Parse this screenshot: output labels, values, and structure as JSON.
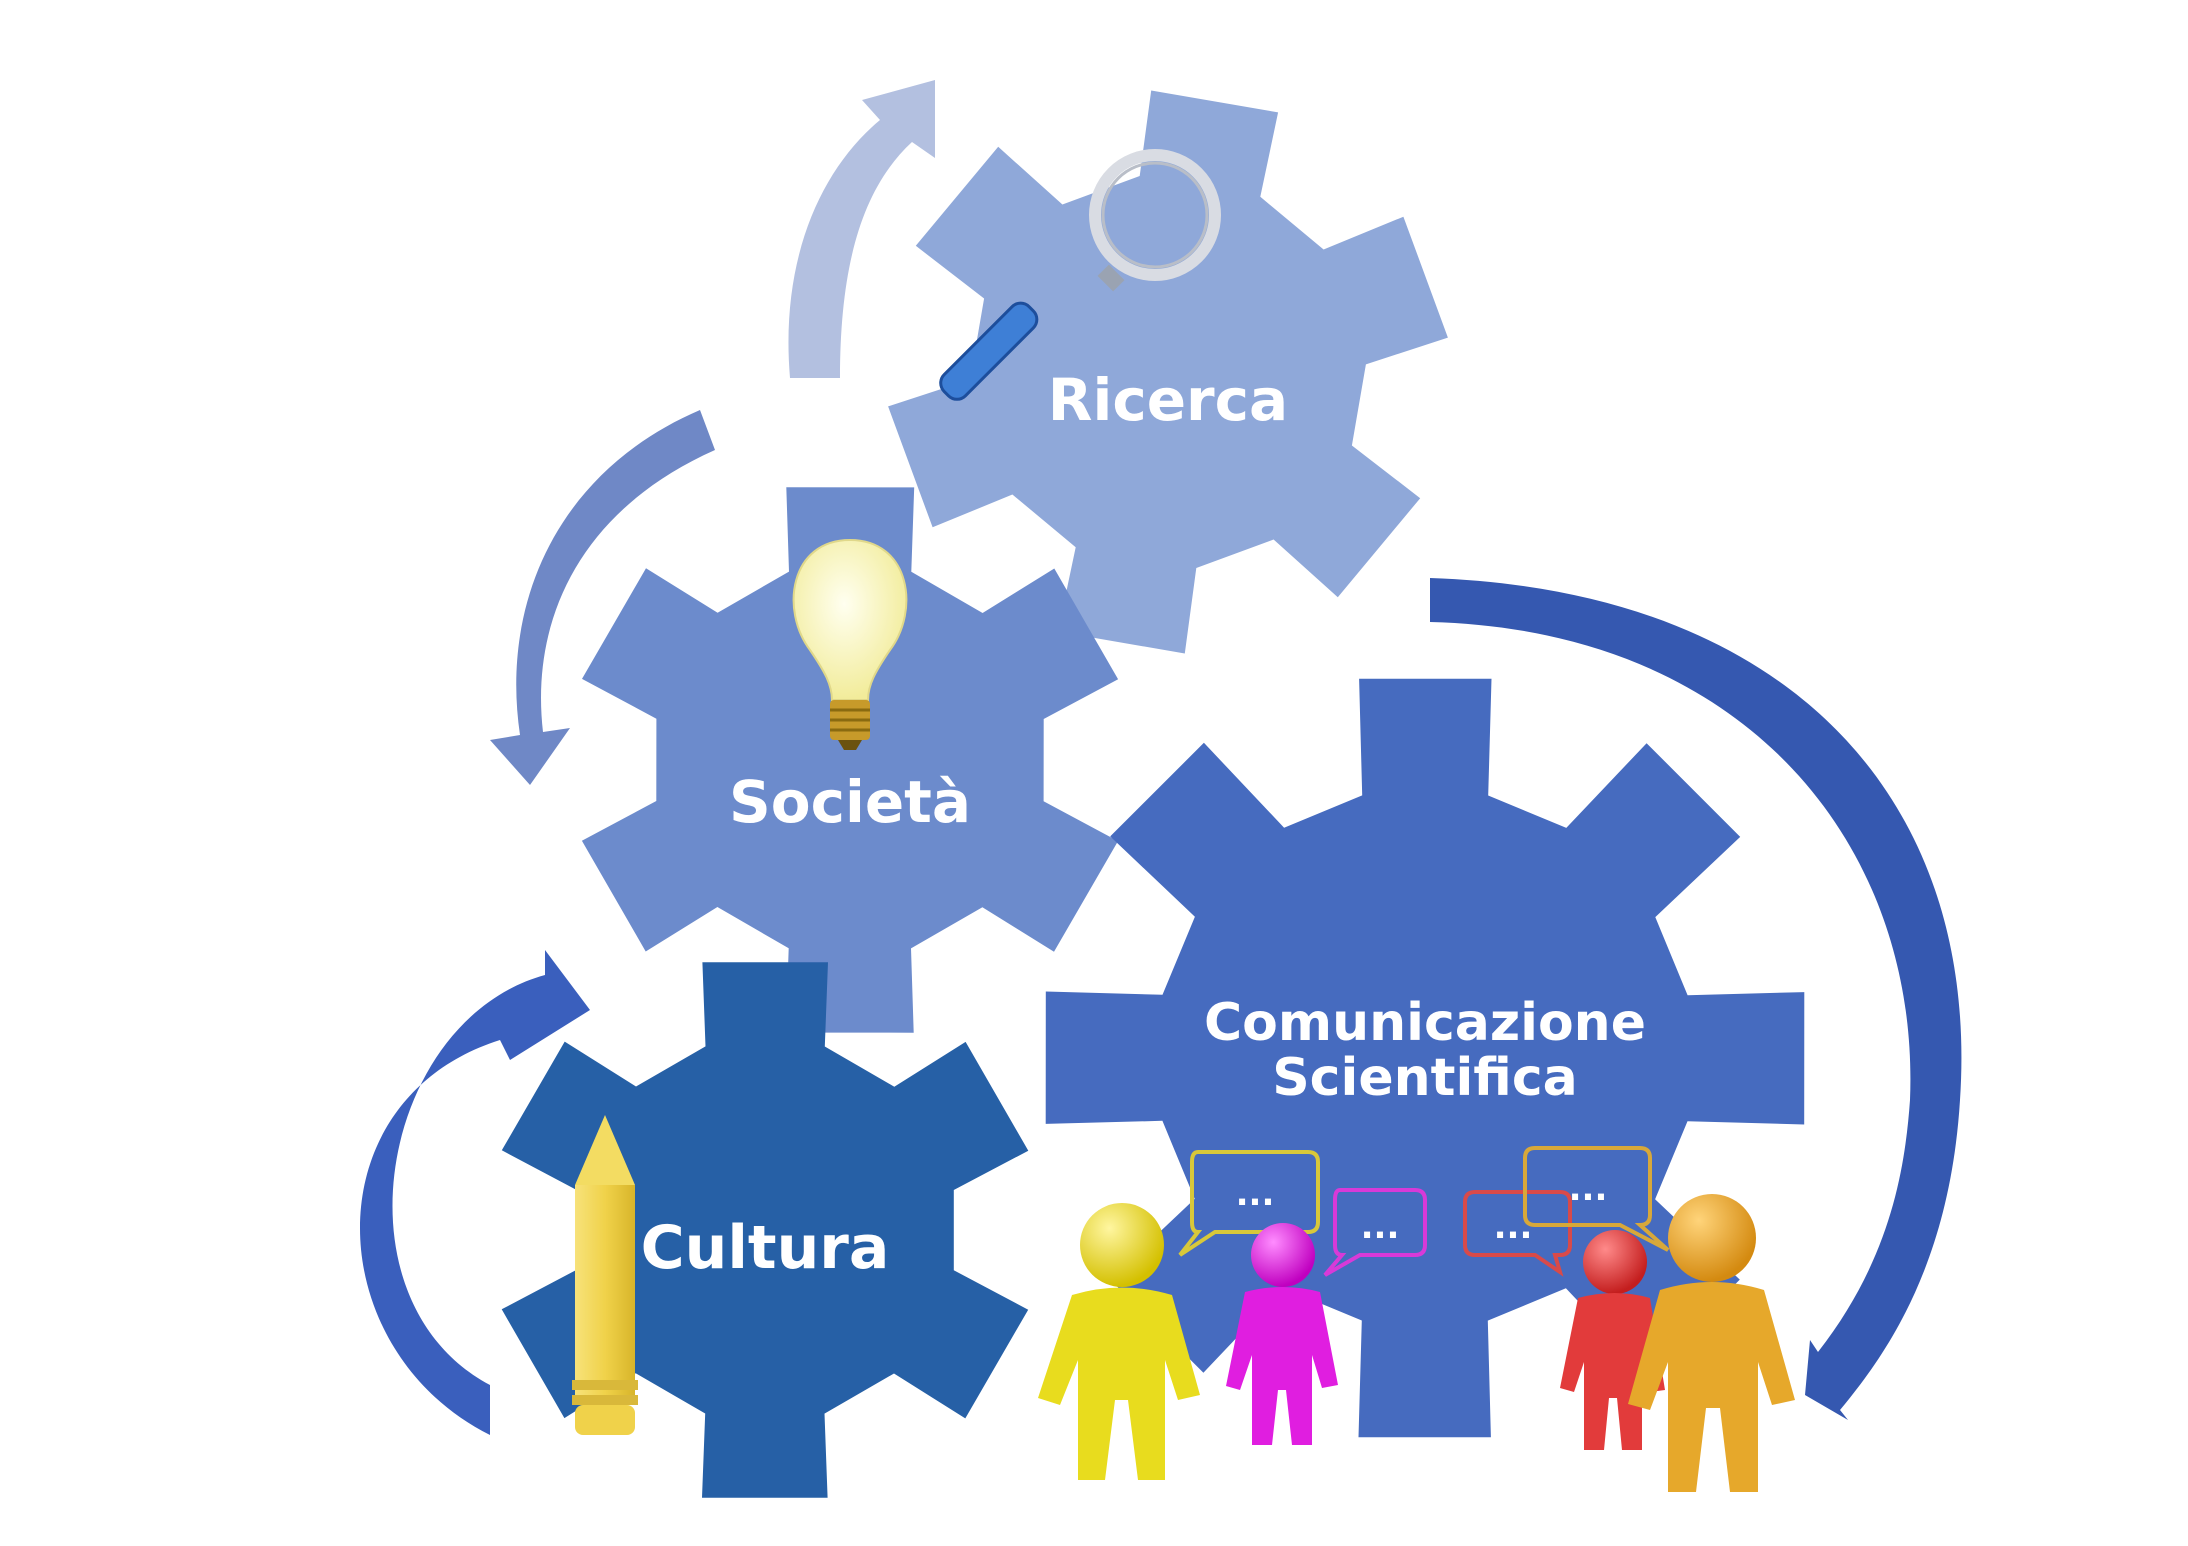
{
  "gears": {
    "ricerca": {
      "label": "Ricerca",
      "color": "#8fa8d9",
      "icon": "magnifying-glass-icon"
    },
    "societa": {
      "label": "Società",
      "color": "#6c8bcc",
      "icon": "light-bulb-icon"
    },
    "cultura": {
      "label": "Cultura",
      "color": "#2660a6",
      "icon": "pencil-icon"
    },
    "comunicazione": {
      "label_line1": "Comunicazione",
      "label_line2": "Scientifica",
      "color": "#466bbf",
      "icon": "people-talking-icon"
    }
  },
  "speech_bubbles": [
    "...",
    "...",
    "...",
    "..."
  ],
  "arrows": {
    "ricerca": "#b3c0e0",
    "societa": "#6f88c6",
    "cultura": "#3a5fbd",
    "comunicazione": "#3558b0"
  },
  "people_colors": [
    "#e8dc1e",
    "#e01ee0",
    "#e23b3b",
    "#e6a82b"
  ]
}
